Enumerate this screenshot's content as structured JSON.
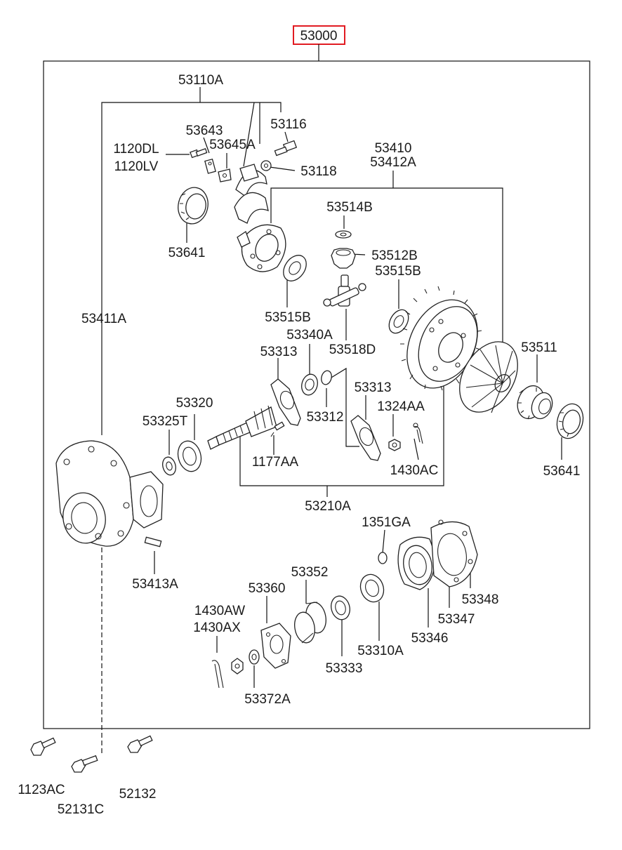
{
  "diagram": {
    "main_assembly": "53000",
    "labels": {
      "l53110A": "53110A",
      "l53116": "53116",
      "l53643": "53643",
      "l53645A": "53645A",
      "l1120DL": "1120DL",
      "l1120LV": "1120LV",
      "l53118": "53118",
      "l53410": "53410",
      "l53412A": "53412A",
      "l53641a": "53641",
      "l53514B": "53514B",
      "l53512B": "53512B",
      "l53515Ba": "53515B",
      "l53411A": "53411A",
      "l53515Bb": "53515B",
      "l53340A": "53340A",
      "l53518D": "53518D",
      "l53313a": "53313",
      "l53511": "53511",
      "l53313b": "53313",
      "l53320": "53320",
      "l1324AA": "1324AA",
      "l53325T": "53325T",
      "l53312": "53312",
      "l1177AA": "1177AA",
      "l1430AC": "1430AC",
      "l53641b": "53641",
      "l53210A": "53210A",
      "l1351GA": "1351GA",
      "l53348": "53348",
      "l53413A": "53413A",
      "l53352": "53352",
      "l53360": "53360",
      "l53347": "53347",
      "l1430AW": "1430AW",
      "l1430AX": "1430AX",
      "l53346": "53346",
      "l53310A": "53310A",
      "l53333": "53333",
      "l53372A": "53372A",
      "l1123AC": "1123AC",
      "l52131C": "52131C",
      "l52132": "52132"
    }
  },
  "colors": {
    "highlight_box": "#e11b22",
    "line": "#111111"
  }
}
